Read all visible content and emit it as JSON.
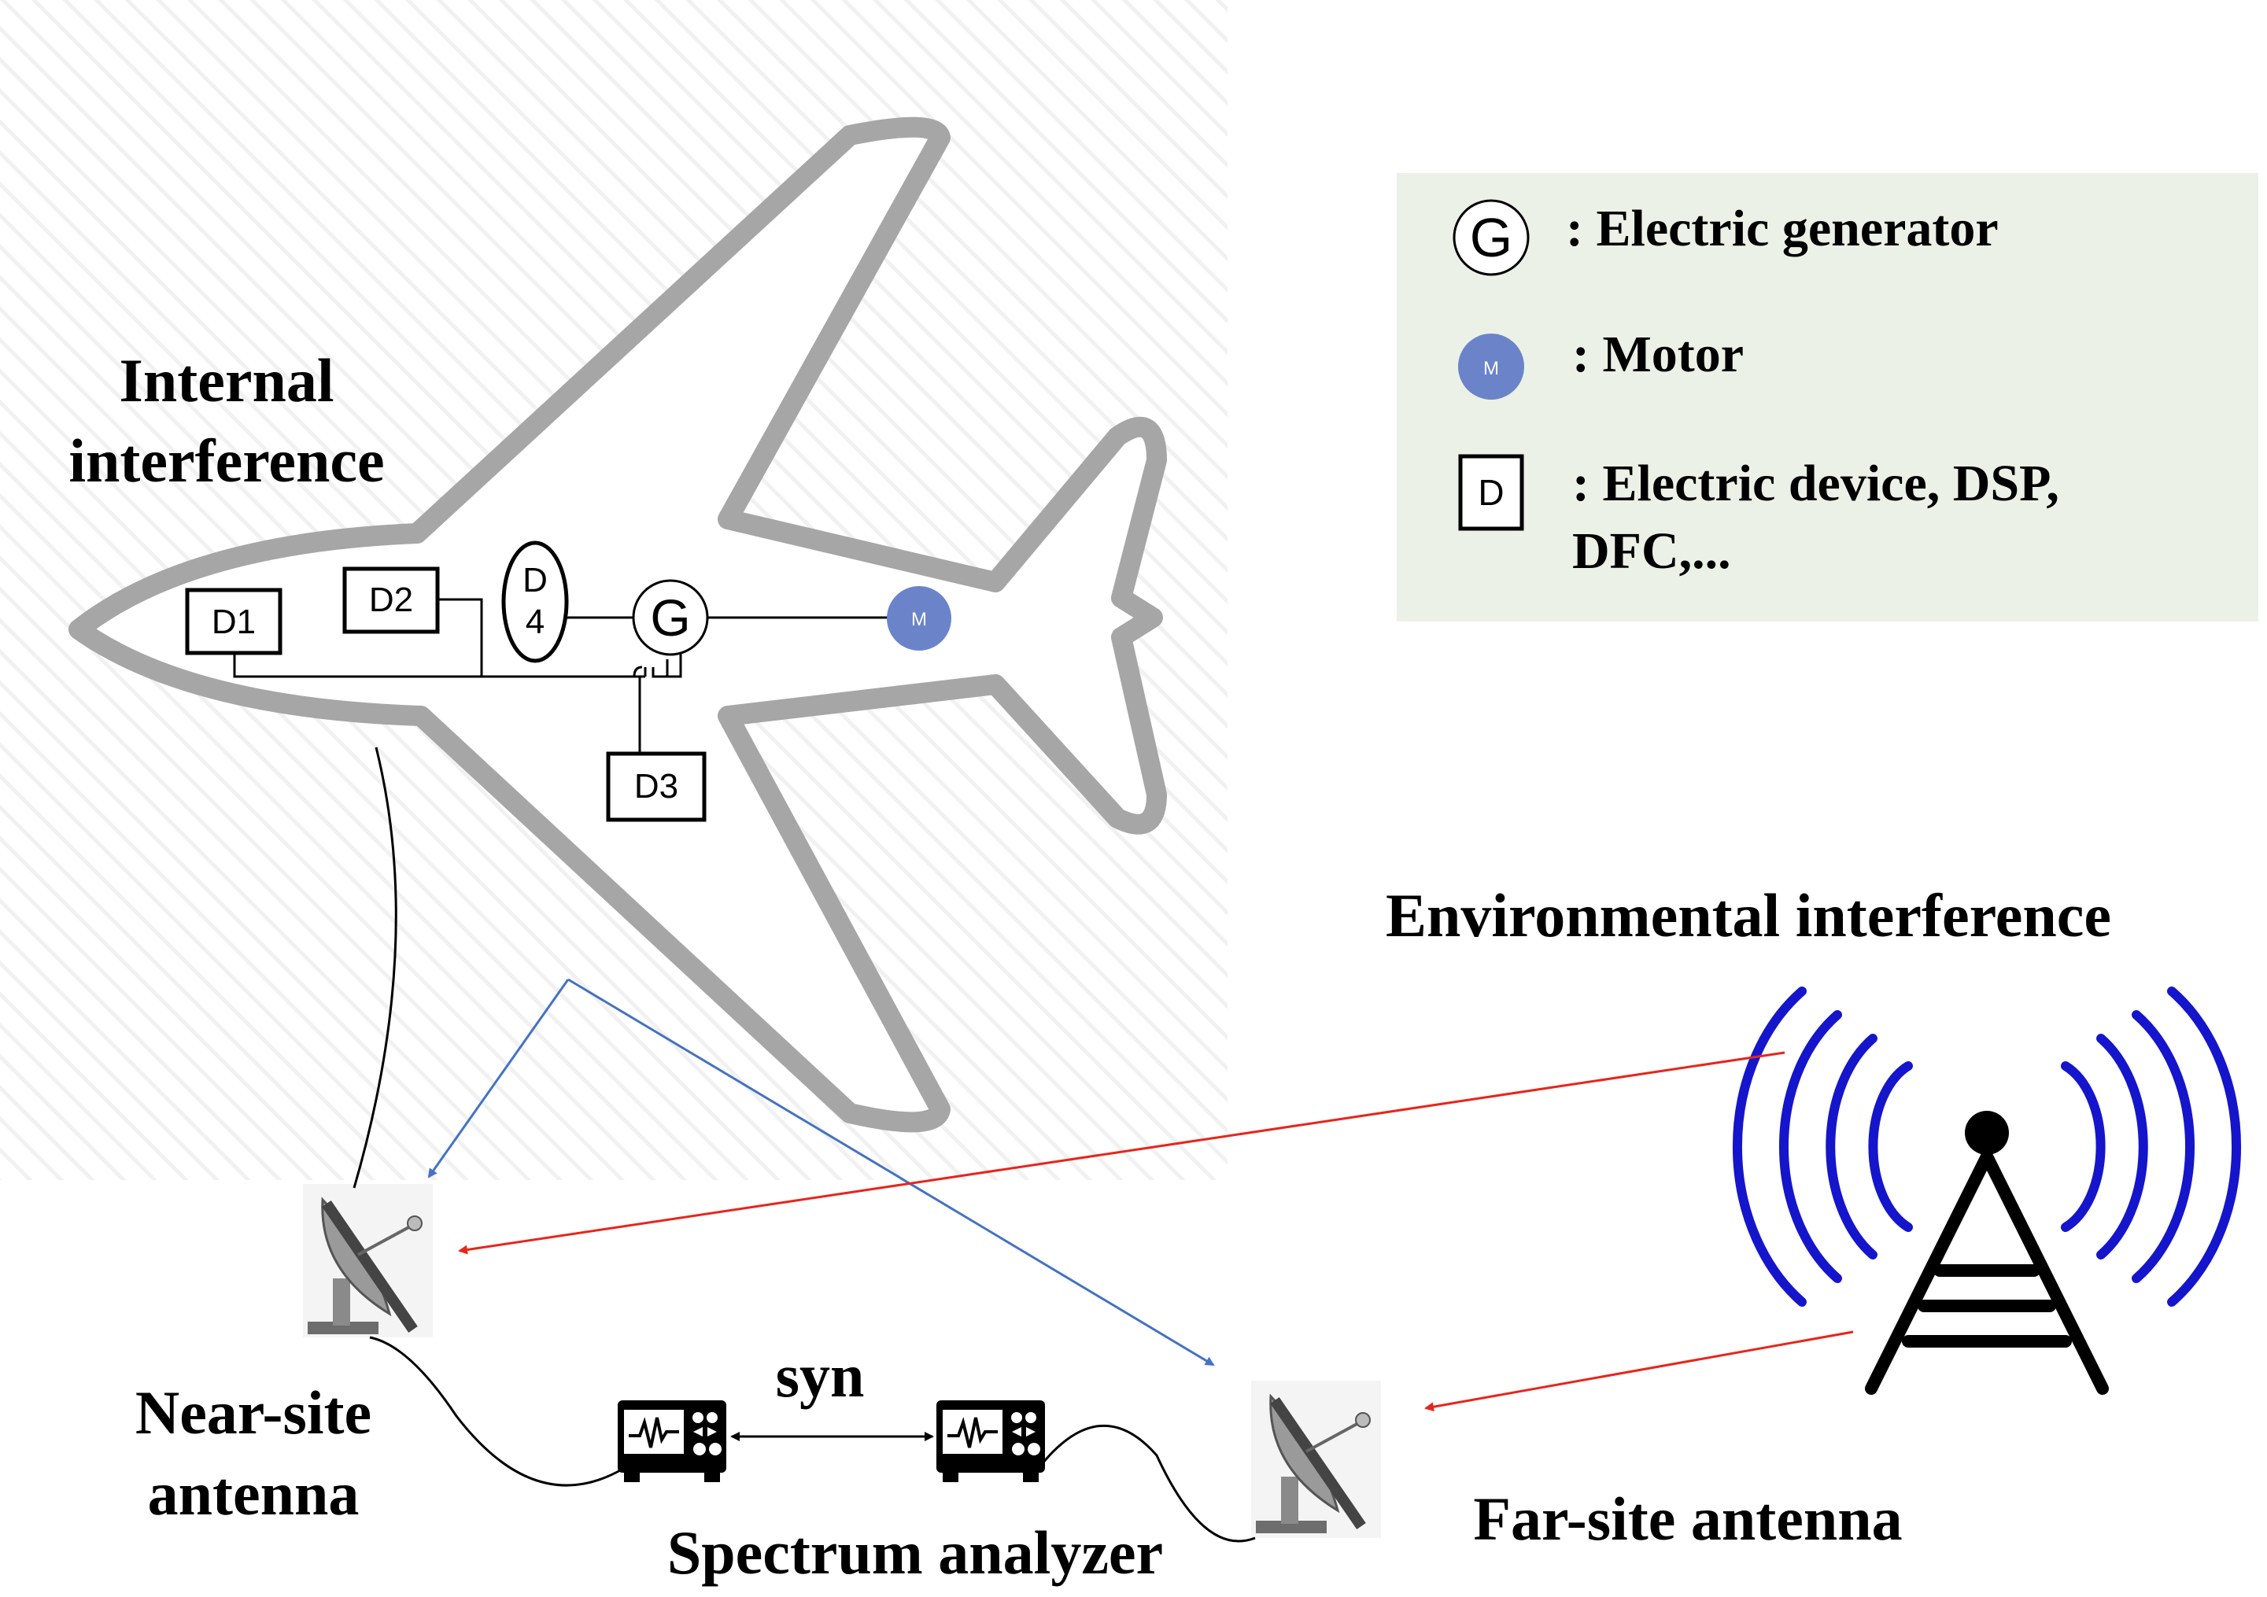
{
  "labels": {
    "internal_line1": "Internal",
    "internal_line2": "interference",
    "environmental": "Environmental interference",
    "near_line1": "Near-site",
    "near_line2": "antenna",
    "far": "Far-site antenna",
    "spectrum": "Spectrum analyzer",
    "syn": "syn"
  },
  "devices": {
    "d1": "D1",
    "d2": "D2",
    "d3": "D3",
    "d4_top": "D",
    "d4_bottom": "4",
    "generator": "G",
    "motor": "M"
  },
  "legend": {
    "generator_symbol": "G",
    "generator_text": ": Electric generator",
    "motor_symbol": "M",
    "motor_text": ": Motor",
    "device_symbol": "D",
    "device_text_line1": ": Electric device, DSP,",
    "device_text_line2": "DFC,..."
  },
  "colors": {
    "plane_outline": "#a6a6a6",
    "motor_fill": "#6b84c9",
    "legend_bg": "#ebf1e6",
    "red_arrow": "#e8251c",
    "blue_arrow": "#4472c4",
    "tower_waves": "#1515cc"
  }
}
